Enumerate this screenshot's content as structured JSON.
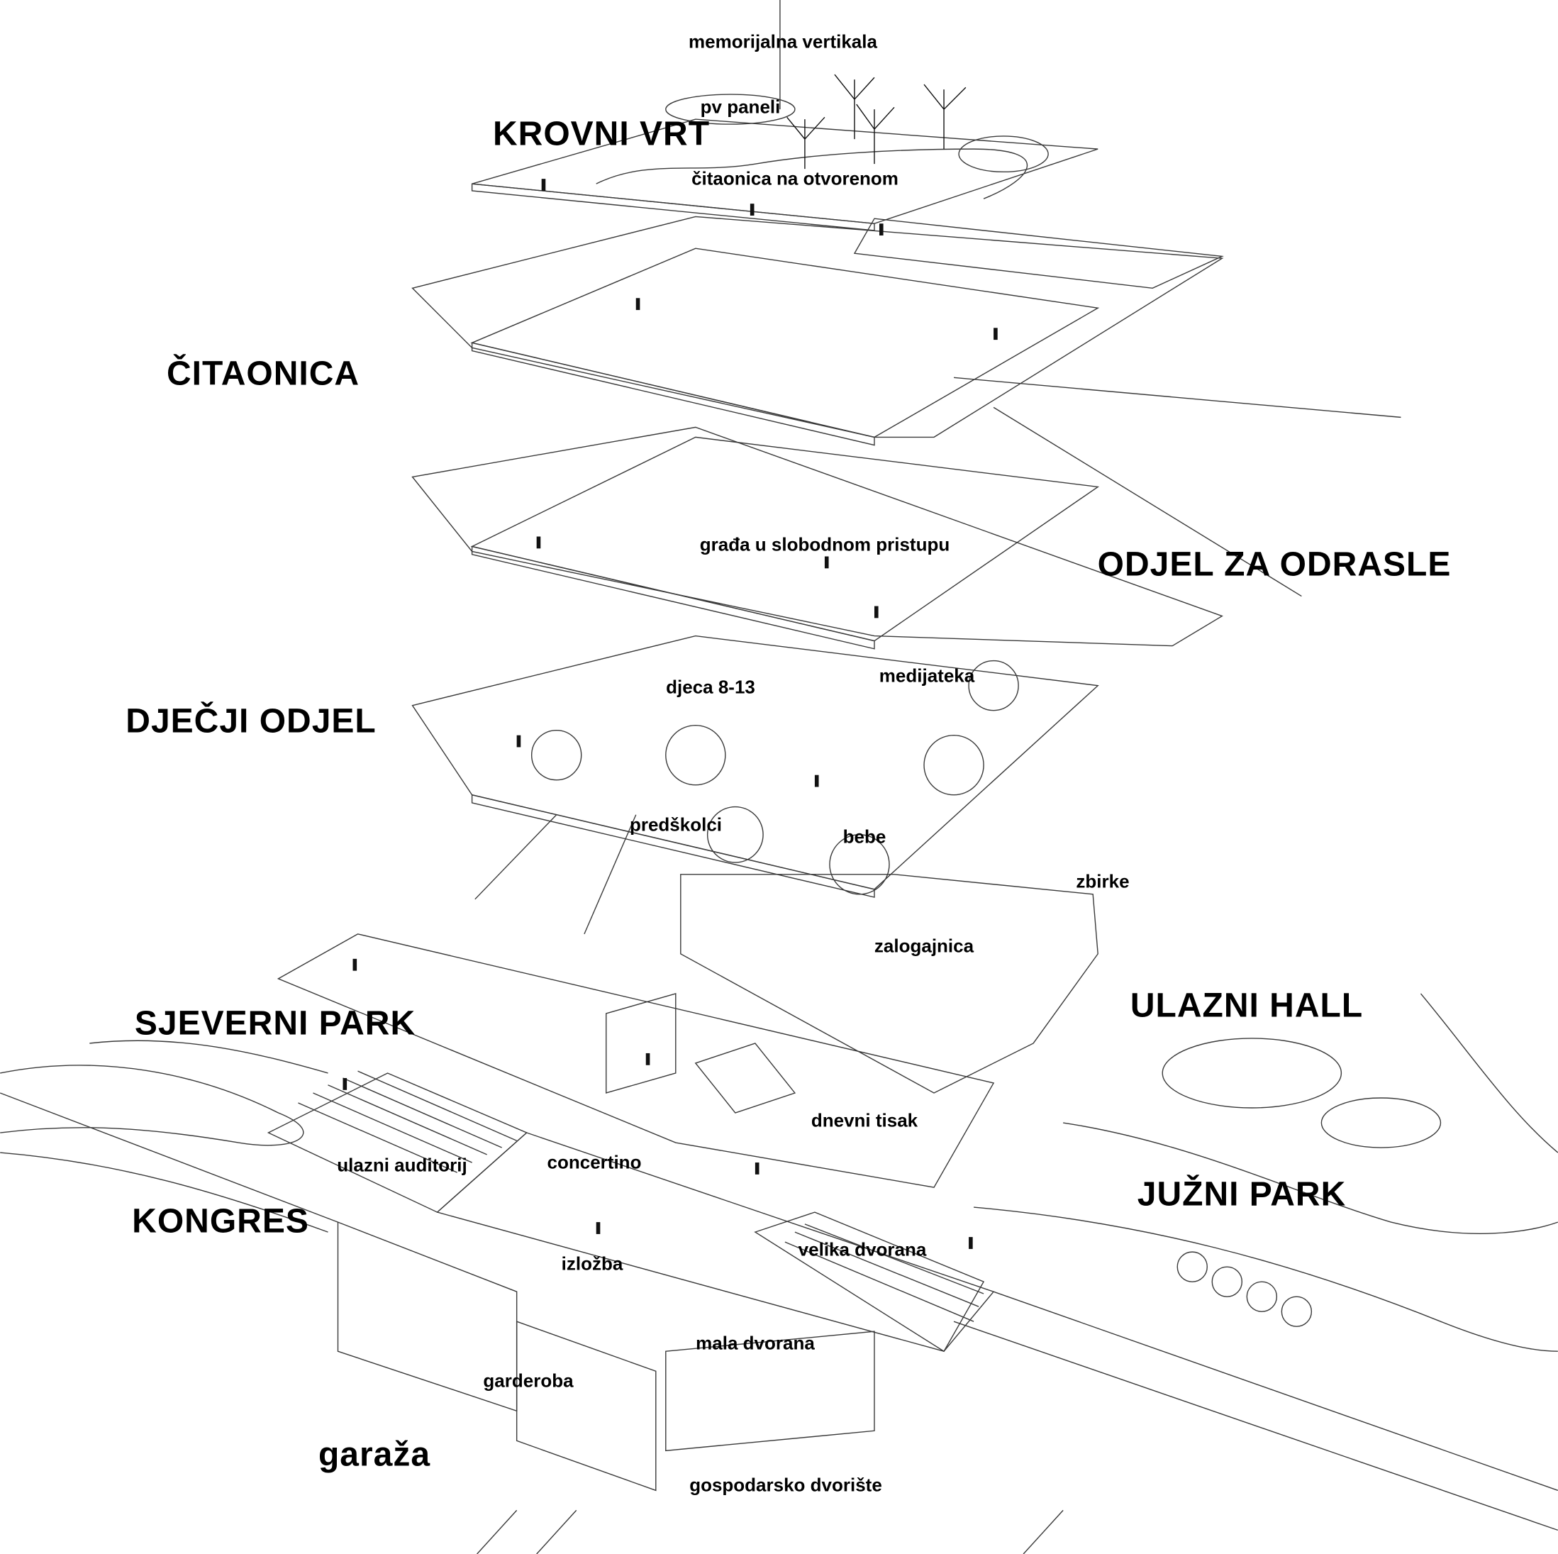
{
  "colors": {
    "line": "#3a3a3a",
    "text": "#000000",
    "background": "#ffffff"
  },
  "levels": {
    "roof": {
      "title": "KROVNI VRT",
      "labels": [
        "memorijalna vertikala",
        "pv paneli",
        "čitaonica na otvorenom"
      ]
    },
    "reading_room": {
      "title": "ČITAONICA"
    },
    "adults": {
      "title": "ODJEL ZA ODRASLE",
      "labels": [
        "građa u slobodnom pristupu"
      ]
    },
    "children": {
      "title": "DJEČJI ODJEL",
      "labels": [
        "djeca 8-13",
        "medijateka",
        "predškolci",
        "bebe"
      ]
    },
    "entrance": {
      "title": "ULAZNI HALL",
      "labels": [
        "zbirke",
        "zalogajnica",
        "dnevni tisak"
      ]
    },
    "north_park": {
      "title": "SJEVERNI PARK"
    },
    "south_park": {
      "title": "JUŽNI PARK"
    },
    "congress": {
      "title": "KONGRES",
      "labels": [
        "ulazni auditorij",
        "concertino",
        "izložba",
        "velika dvorana",
        "mala dvorana",
        "garderoba"
      ]
    },
    "garage": {
      "title": "garaža",
      "labels": [
        "gospodarsko dvorište"
      ]
    }
  }
}
